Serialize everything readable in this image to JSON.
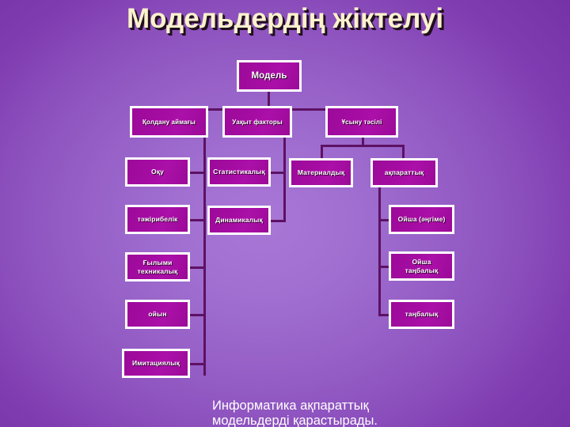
{
  "slide": {
    "title": "Модельдердің жіктелуі",
    "caption_lines": [
      "Информатика ақпараттық",
      "модельдерді  қарастырады."
    ],
    "colors": {
      "background_center": "#a977d6",
      "background_edge": "#7532a6",
      "node_fill": "#a50ca2",
      "node_border": "#ffffff",
      "node_text": "#ffffff",
      "connector": "#5d1163",
      "title_text": "#fbf2cd",
      "title_shadow": "#231021",
      "caption_text": "#ffffff"
    }
  },
  "diagram": {
    "type": "organization-chart",
    "root": {
      "id": "model",
      "label": "Модель"
    },
    "level1": [
      {
        "id": "qoldanu-aimagy",
        "label": "Қолдану аймағы"
      },
      {
        "id": "uaqyt-faktory",
        "label": "Уақыт факторы"
      },
      {
        "id": "usynu-tasili",
        "label": "Ұсыну тәсілі"
      }
    ],
    "branch_qoldanu": [
      {
        "id": "oqu",
        "label": "Оқу"
      },
      {
        "id": "tazhiribelik",
        "label": "тәжірибелік"
      },
      {
        "id": "gylymi-tehnikalyq",
        "label": "Ғылыми техникалық",
        "lines": [
          "Ғылыми",
          "техникалық"
        ]
      },
      {
        "id": "oiyn",
        "label": "ойын"
      },
      {
        "id": "imitatsiyalyq",
        "label": "Имитациялық"
      }
    ],
    "branch_uaqyt": [
      {
        "id": "statistikalyq",
        "label": "Статистикалық"
      },
      {
        "id": "dinamikalyq",
        "label": "Динамикалық"
      }
    ],
    "branch_usynu": [
      {
        "id": "materialdyq",
        "label": "Материалдық"
      },
      {
        "id": "aqparattyq",
        "label": "ақпараттық"
      }
    ],
    "branch_aqparattyq": [
      {
        "id": "oisha-angime",
        "label": "Ойша (әңгіме)"
      },
      {
        "id": "oisha-tanbalyq",
        "label": "Ойша таңбалық",
        "lines": [
          "Ойша",
          "таңбалық"
        ]
      },
      {
        "id": "tanbalyq",
        "label": "таңбалық"
      }
    ]
  }
}
